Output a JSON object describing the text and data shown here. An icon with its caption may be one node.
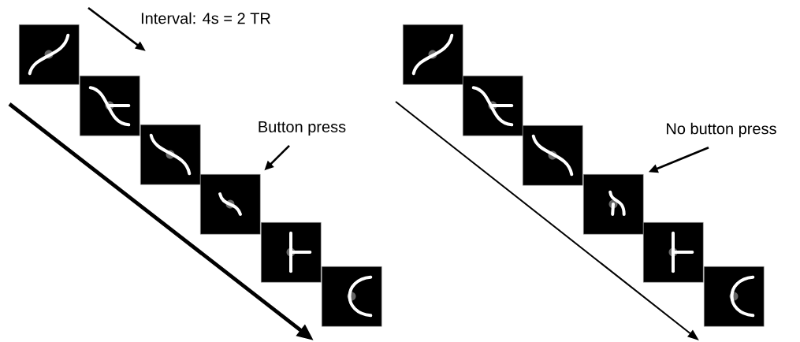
{
  "diagram": {
    "nodes": [
      {
        "text": [],
        "shape": "picture"
      },
      {
        "text": [],
        "shape": "picture"
      },
      {
        "text": [],
        "shape": "picture"
      },
      {
        "text": [],
        "shape": "picture"
      },
      {
        "text": [],
        "shape": "picture"
      },
      {
        "text": [],
        "shape": "picture"
      },
      {
        "text": [
          "Button press"
        ]
      },
      {
        "text": [],
        "shape": "picture"
      },
      {
        "text": [],
        "shape": "picture"
      },
      {
        "text": [],
        "shape": "picture"
      },
      {
        "text": [],
        "shape": "picture"
      },
      {
        "text": [],
        "shape": "picture"
      },
      {
        "text": [],
        "shape": "picture"
      },
      {
        "text": [
          "No button press"
        ]
      }
    ],
    "edges": [
      {
        "from": 6,
        "to": 3,
        "arrow": "to"
      },
      {
        "from": 13,
        "to": 10,
        "arrow": "to"
      }
    ],
    "labels": [
      "Interval: 4s = 2 TR"
    ]
  }
}
